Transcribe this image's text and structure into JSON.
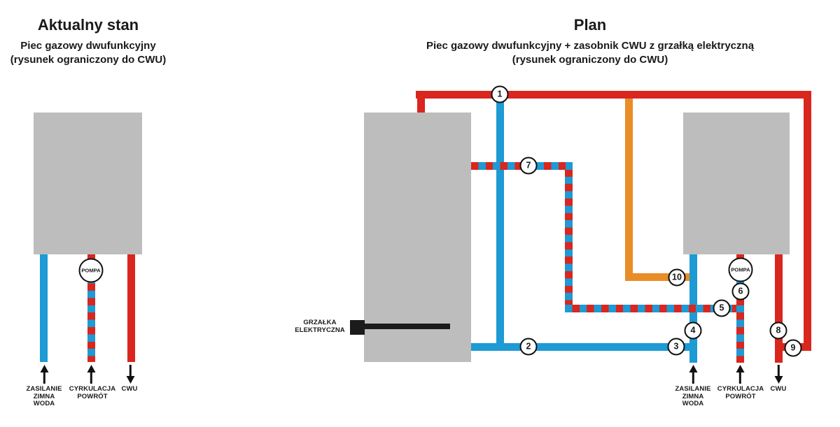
{
  "colors": {
    "red": "#d9261f",
    "blue": "#1e9ad5",
    "orange": "#e98d26",
    "gray": "#bdbdbd",
    "ink": "#1b1b1b"
  },
  "left_panel": {
    "title": "Aktualny stan",
    "subtitle": "Piec gazowy dwufunkcyjny",
    "note": "(rysunek ograniczony do CWU)",
    "pump_label": "POMPA",
    "pipe_labels": {
      "cold_supply": [
        "ZASILANIE",
        "ZIMNA",
        "WODA"
      ],
      "circulation": [
        "CYRKULACJA",
        "POWRÓT"
      ],
      "hot_water": [
        "CWU"
      ]
    }
  },
  "plan_panel": {
    "title": "Plan",
    "subtitle": "Piec gazowy dwufunkcyjny + zasobnik CWU z grzałką elektryczną",
    "note": "(rysunek ograniczony do CWU)",
    "pump_label": "POMPA",
    "heater_label": [
      "GRZAŁKA",
      "ELEKTRYCZNA"
    ],
    "pipe_labels": {
      "cold_supply": [
        "ZASILANIE",
        "ZIMNA",
        "WODA"
      ],
      "circulation": [
        "CYRKULACJA",
        "POWRÓT"
      ],
      "hot_water": [
        "CWU"
      ]
    },
    "markers": [
      "1",
      "2",
      "3",
      "4",
      "5",
      "6",
      "7",
      "8",
      "9",
      "10"
    ]
  }
}
